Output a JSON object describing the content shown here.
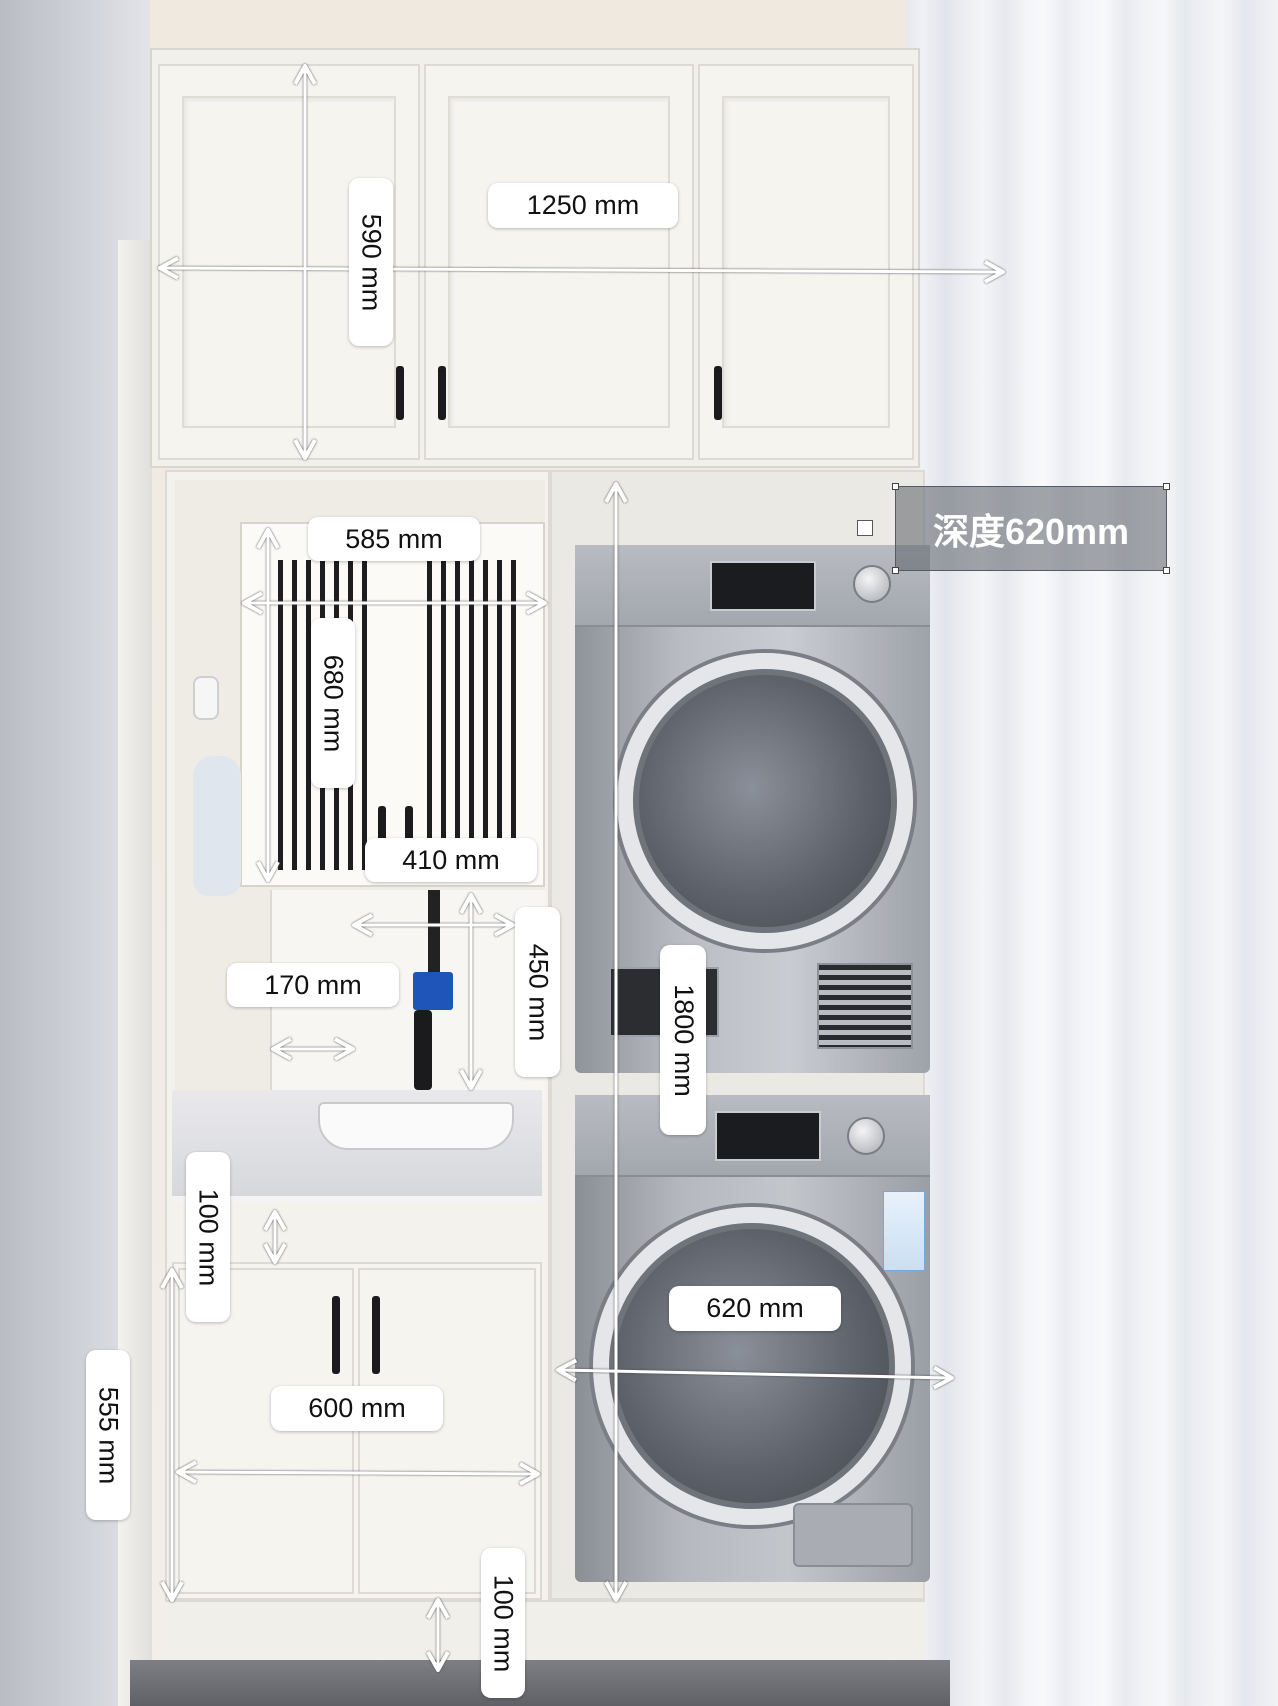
{
  "dimensions": {
    "upper_cabinet_width": "1250 mm",
    "upper_cabinet_height": "590 mm",
    "mirror_cabinet_width": "585 mm",
    "mirror_cabinet_height": "680 mm",
    "niche_width": "410 mm",
    "faucet_clearance_height": "450 mm",
    "side_gap": "170 mm",
    "stack_height": "1800 mm",
    "counter_thickness": "100 mm",
    "base_cabinet_height": "555 mm",
    "base_cabinet_width": "600 mm",
    "appliance_width": "620 mm",
    "plinth_height": "100 mm",
    "depth_note": "深度620mm"
  },
  "colors": {
    "label_bg": "#ffffff",
    "arrow": "#ffffff",
    "cabinet": "#f4f2ed",
    "appliance": "#b5b8be"
  }
}
